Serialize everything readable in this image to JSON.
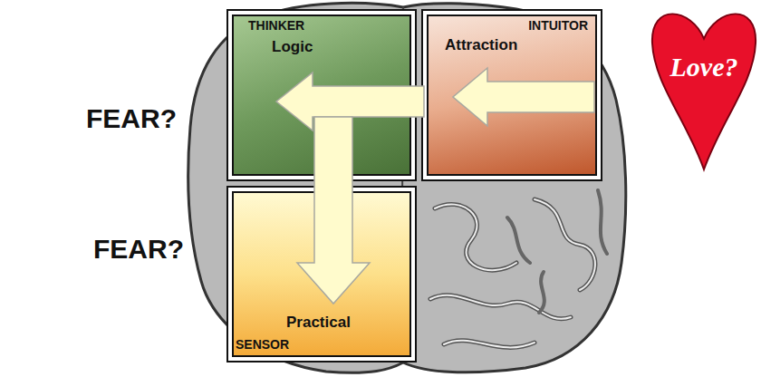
{
  "diagram": {
    "nodes": [
      {
        "text": [
          "THINKER",
          "Logic"
        ]
      },
      {
        "text": [
          "INTUITOR",
          "Attraction"
        ]
      },
      {
        "text": [
          "Love?"
        ]
      },
      {
        "text": [
          "Practical",
          "SENSOR"
        ]
      }
    ],
    "edges": [
      {
        "from": 2,
        "to": 1,
        "arrow": "to"
      },
      {
        "from": 1,
        "to": 0,
        "arrow": "to"
      },
      {
        "from": 0,
        "to": 3,
        "arrow": "to"
      }
    ],
    "labels": [
      "FEAR?",
      "FEAR?"
    ]
  }
}
